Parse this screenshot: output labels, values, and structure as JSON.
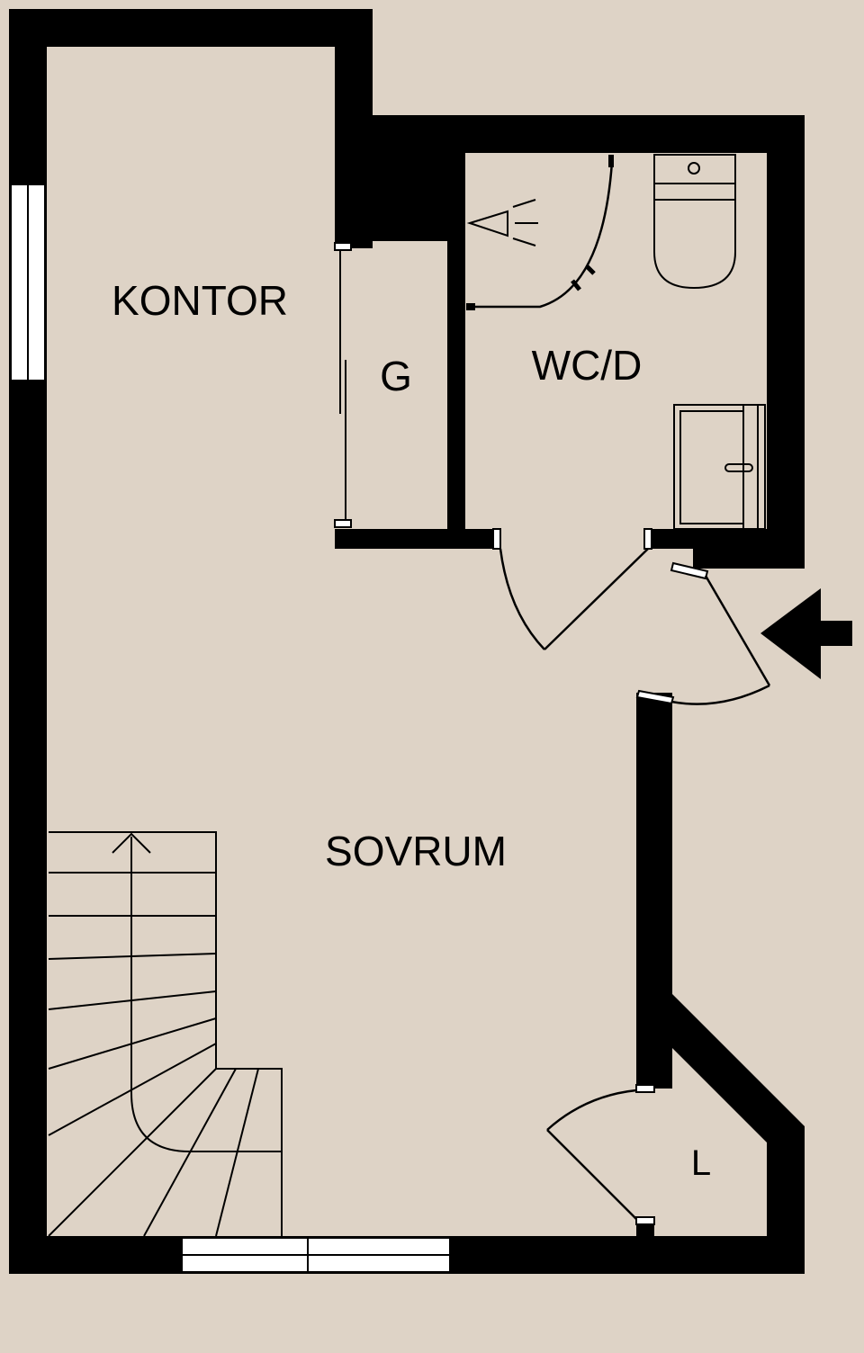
{
  "colors": {
    "background": "#ded3c6",
    "wall": "#000000",
    "window": "#ffffff"
  },
  "rooms": {
    "kontor": "KONTOR",
    "g": "G",
    "wc": "WC/D",
    "sovrum": "SOVRUM",
    "l": "L"
  },
  "icons": {
    "entrance": "entrance-arrow-icon",
    "stairs": "stairs-up-arrow-icon",
    "shower": "shower-icon",
    "toilet": "toilet-icon",
    "sink": "sink-icon"
  }
}
